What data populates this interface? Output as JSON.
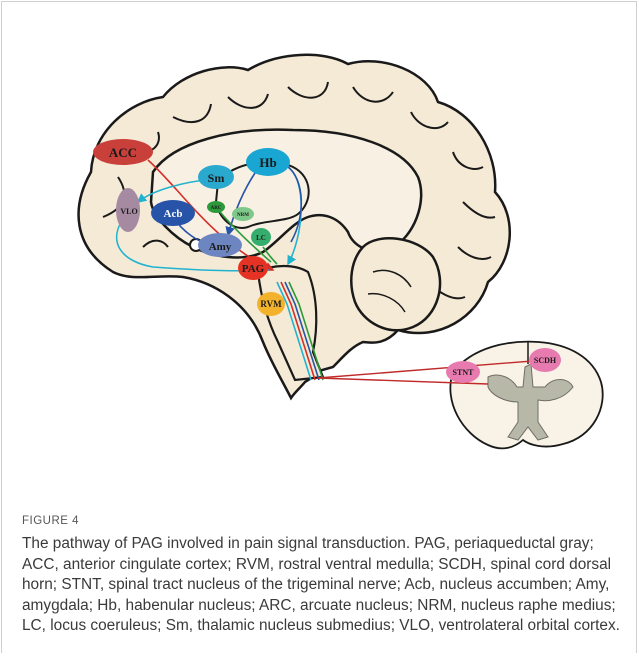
{
  "figure": {
    "label": "FIGURE 4",
    "caption": "The pathway of PAG involved in pain signal transduction. PAG, periaqueductal gray; ACC, anterior cingulate cortex; RVM, rostral ventral medulla; SCDH, spinal cord dorsal horn; STNT, spinal tract nucleus of the trigeminal nerve; Acb, nucleus accumben; Amy, amygdala; Hb, habenular nucleus; ARC, arcuate nucleus; NRM, nucleus raphe medius; LC, locus coeruleus; Sm, thalamic nucleus submedius; VLO, ventrolateral orbital cortex."
  },
  "diagram": {
    "nodes": {
      "acc": "ACC",
      "sm": "Sm",
      "hb": "Hb",
      "vlo": "VLO",
      "acb": "Acb",
      "arc": "ARC",
      "nrm": "NRM",
      "amy": "Amy",
      "lc": "LC",
      "pag": "PAG",
      "rvm": "RVM",
      "scdh": "SCDH",
      "stnt": "STNT"
    },
    "colors": {
      "acc": "#c9403a",
      "sm": "#2aa9cf",
      "hb": "#1aa6d2",
      "vlo": "#a58aa2",
      "acb": "#2753a8",
      "arc": "#2c9a3a",
      "nrm": "#7dc88a",
      "amy": "#6d86c2",
      "lc": "#35ad6c",
      "pag": "#e53224",
      "rvm": "#f2b22c",
      "scdh": "#e77bb0",
      "stnt": "#e77bb0",
      "brain": "#f5ead6",
      "brain_outline": "#1a1a1a",
      "gray_matter": "#b8b8a8"
    }
  }
}
